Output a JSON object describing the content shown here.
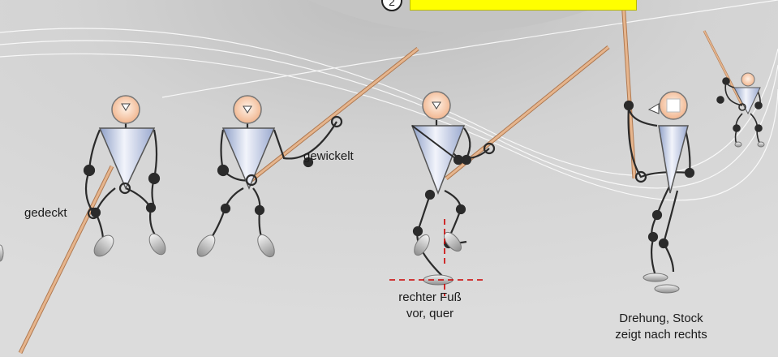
{
  "step_number": "2",
  "labels": {
    "gedeckt": "gedeckt",
    "gewickelt": "gewickelt",
    "foot_line1": "rechter Fuß",
    "foot_line2": "vor, quer",
    "turn_line1": "Drehung, Stock",
    "turn_line2": "zeigt nach rechts"
  },
  "colors": {
    "background": "#d6d6d6",
    "highlight": "#ffff00",
    "stick": "#d9a47a",
    "joint": "#2b2b2b",
    "marker": "#cc0000"
  }
}
